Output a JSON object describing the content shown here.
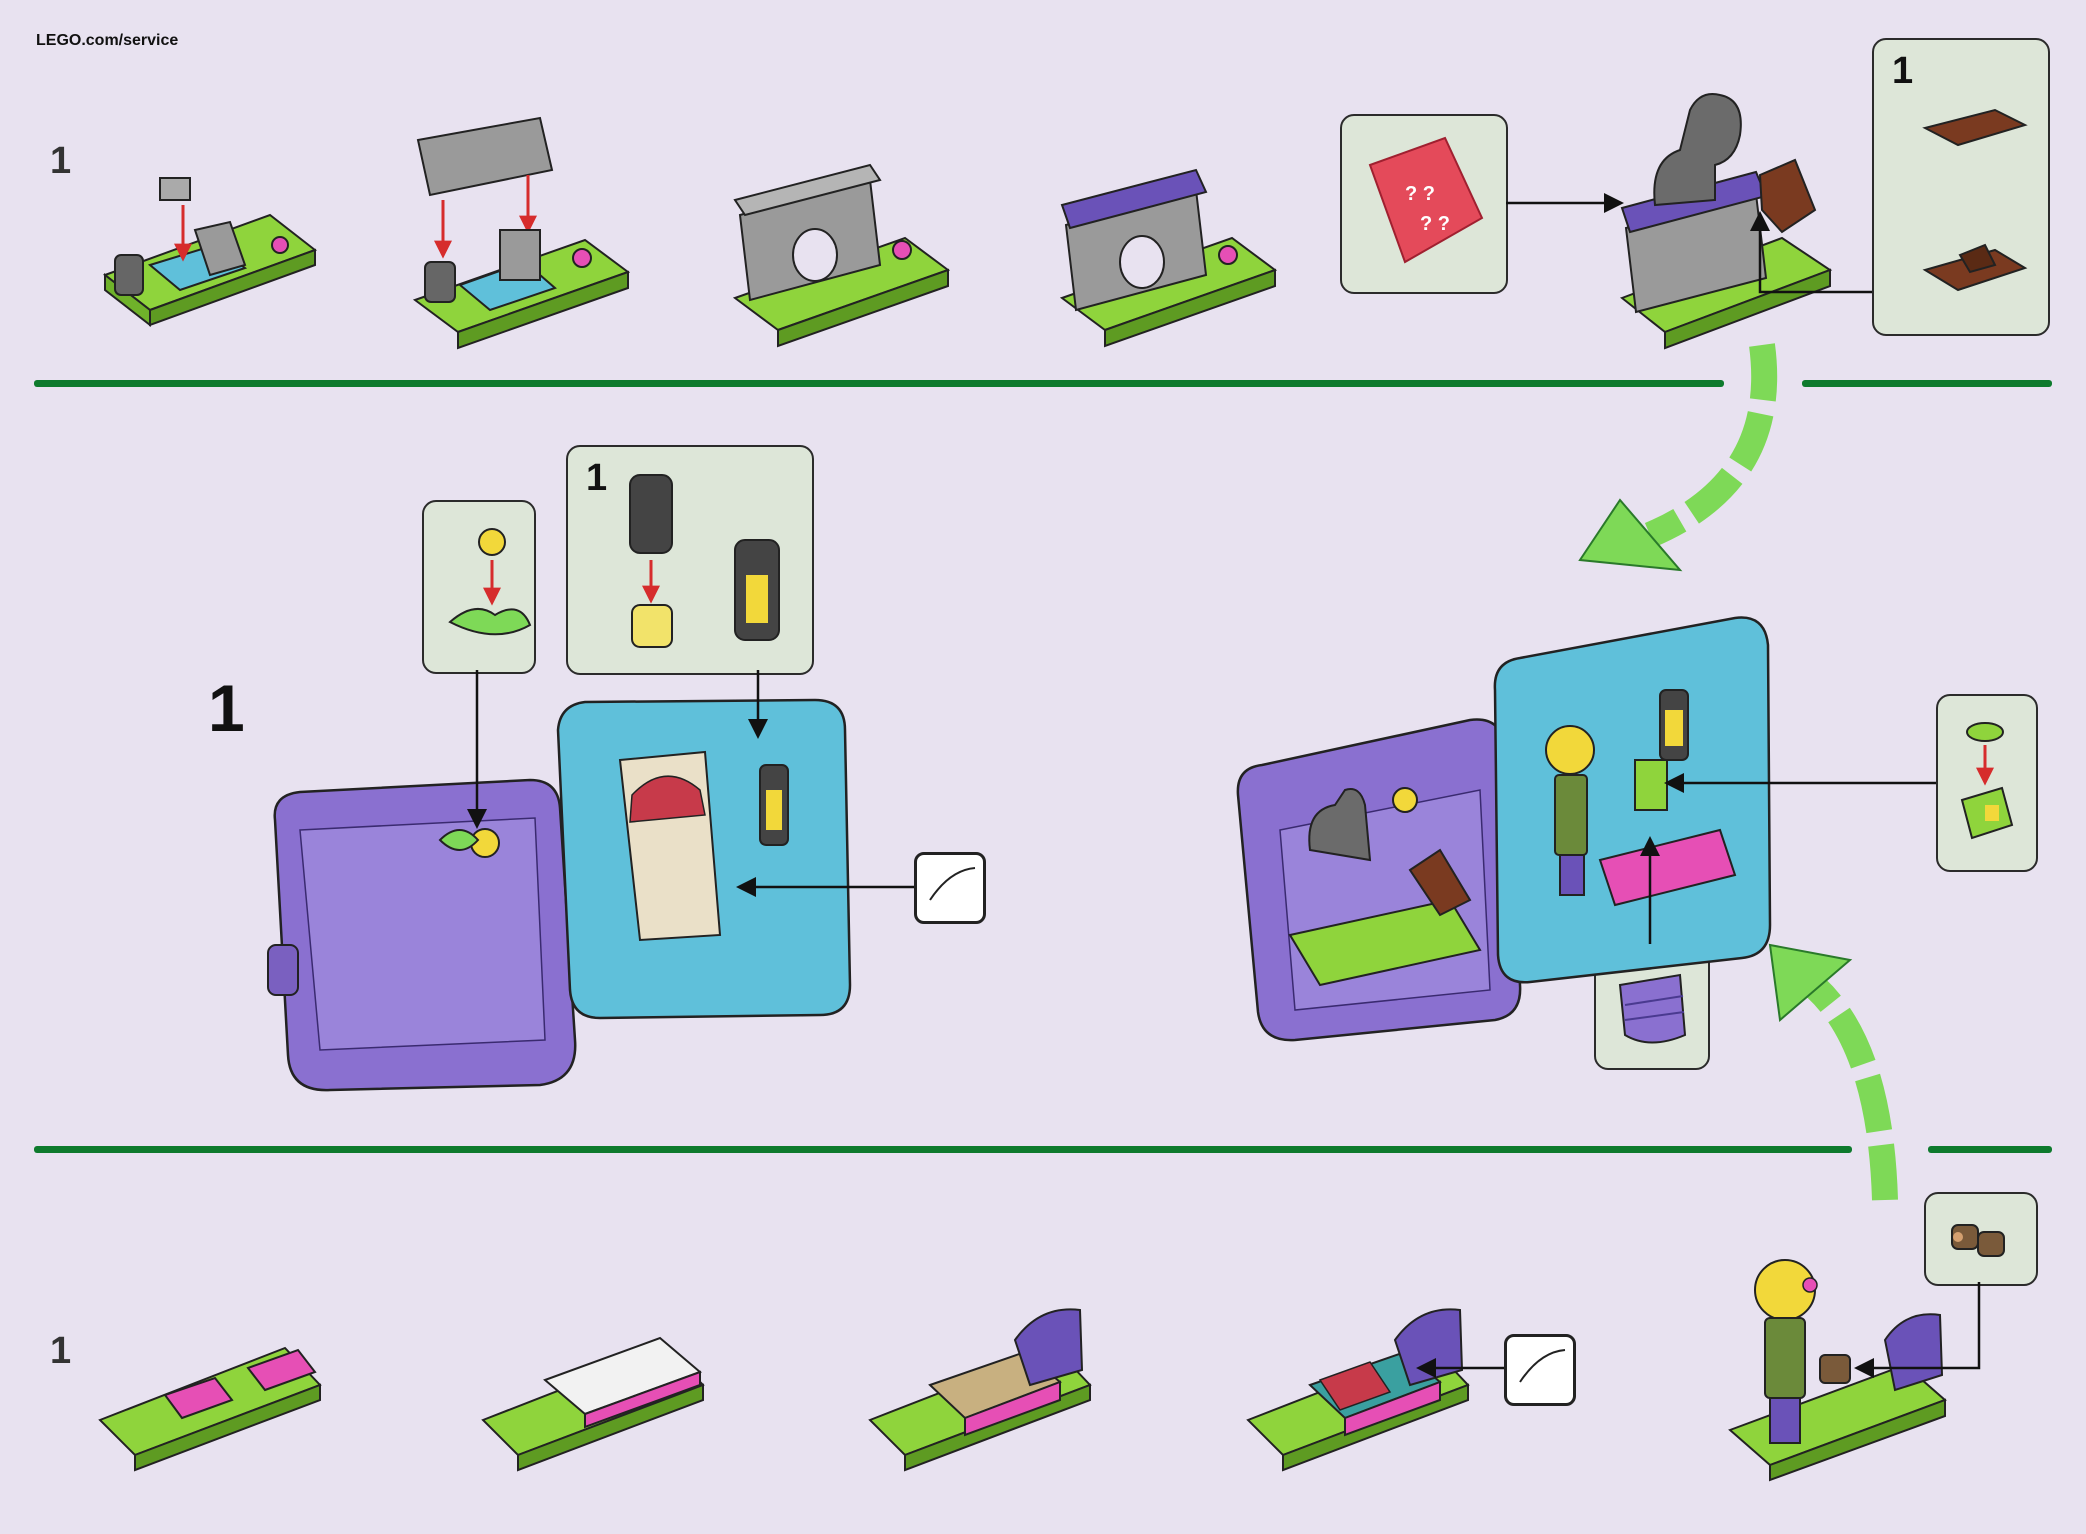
{
  "header": {
    "url": "LEGO.com/service"
  },
  "steps": {
    "top_row_number": "1",
    "middle_number": "1",
    "bottom_row_number": "1"
  },
  "callouts": {
    "brown_pieces_qty": "1",
    "lantern_qty": "1"
  },
  "colors": {
    "background": "#e8e2f0",
    "divider": "#0e7a2d",
    "callout_fill": "#dde6d8",
    "lime": "#8fd43c",
    "purple": "#8a70d0",
    "teal": "#5fc0da",
    "gray": "#9a9a9a",
    "magenta": "#e64fb5",
    "brown": "#7a3a20",
    "arrow_red": "#d62c2c",
    "big_arrow_green": "#7ed957"
  },
  "icons": [
    "sticker-icon",
    "surprise-bag-icon",
    "curved-arrow-icon"
  ]
}
